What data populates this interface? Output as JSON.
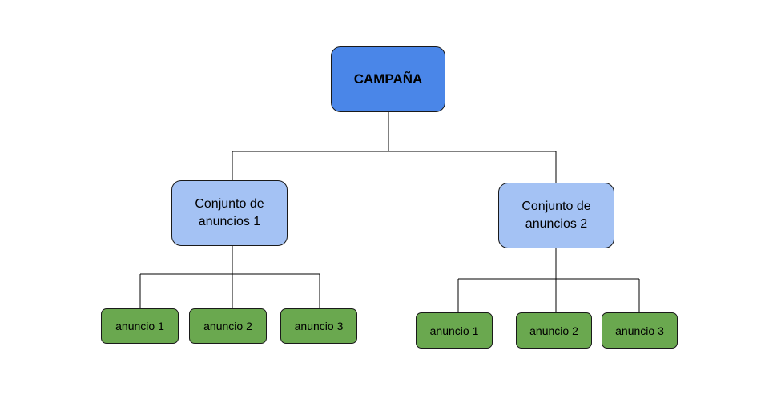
{
  "root": {
    "label": "CAMPAÑA"
  },
  "sets": [
    {
      "label_line1": "Conjunto de",
      "label_line2": "anuncios 1",
      "ads": [
        "anuncio 1",
        "anuncio 2",
        "anuncio 3"
      ]
    },
    {
      "label_line1": "Conjunto de",
      "label_line2": "anuncios 2",
      "ads": [
        "anuncio 1",
        "anuncio 2",
        "anuncio 3"
      ]
    }
  ],
  "colors": {
    "root_fill": "#4a86e8",
    "set_fill": "#a4c2f4",
    "ad_fill": "#6aa84f",
    "border": "#1a1a1a",
    "connector": "#000000"
  }
}
